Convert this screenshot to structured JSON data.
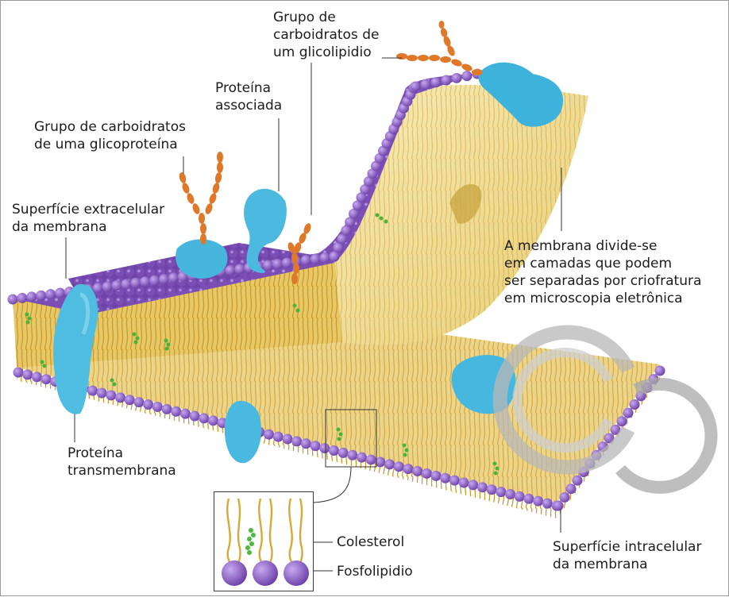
{
  "labels": {
    "glycolipid_carbs": "Grupo de\ncarboidratos de\num glicolipidio",
    "associated_protein": "Proteína\nassociada",
    "glycoprotein_carbs": "Grupo de carboidratos\nde uma glicoproteína",
    "extracellular_surface": "Superfície extracelular\nda membrana",
    "freeze_fracture": "A membrana divide-se\nem camadas que podem\nser separadas por criofratura\nem microscopia eletrônica",
    "transmembrane_protein": "Proteína\ntransmembrana",
    "intracellular_surface": "Superfície intracelular\nda membrana",
    "cholesterol": "Colesterol",
    "phospholipid": "Fosfolipidio"
  },
  "colors": {
    "phospholipid_head": "#7e52b8",
    "lipid_tail": "#d9b24a",
    "protein": "#4bbbe0",
    "carbohydrate": "#e0782a",
    "cholesterol": "#4cba3c",
    "leader_line": "#333333"
  }
}
